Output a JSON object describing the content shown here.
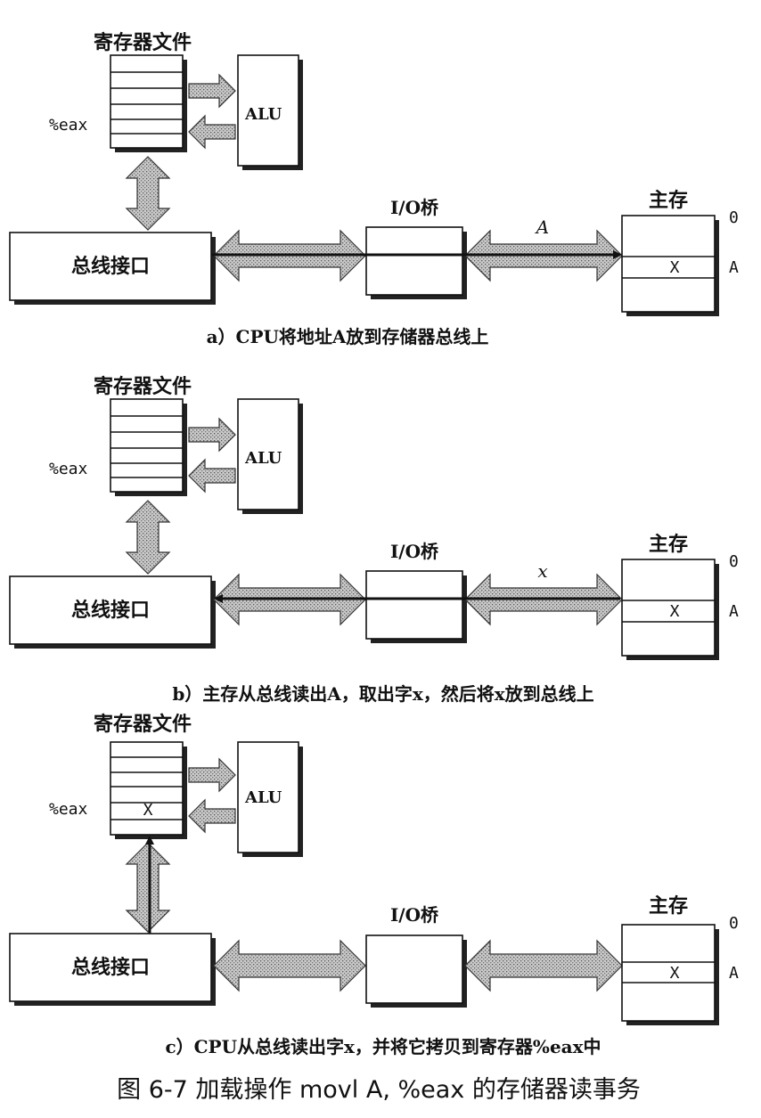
{
  "panels": [
    {
      "register_file_label": "寄存器文件",
      "eax_label": "%eax",
      "eax_value": "",
      "alu_label": "ALU",
      "bus_interface_label": "总线接口",
      "io_bridge_label": "I/O桥",
      "main_memory_label": "主存",
      "bus_value_label": "A",
      "memory_value": "X",
      "addr_0": "0",
      "addr_a": "A",
      "caption": "a）CPU将地址A放到存储器总线上"
    },
    {
      "register_file_label": "寄存器文件",
      "eax_label": "%eax",
      "eax_value": "",
      "alu_label": "ALU",
      "bus_interface_label": "总线接口",
      "io_bridge_label": "I/O桥",
      "main_memory_label": "主存",
      "bus_value_label": "x",
      "memory_value": "X",
      "addr_0": "0",
      "addr_a": "A",
      "caption": "b）主存从总线读出A，取出字x，然后将x放到总线上"
    },
    {
      "register_file_label": "寄存器文件",
      "eax_label": "%eax",
      "eax_value": "X",
      "alu_label": "ALU",
      "bus_interface_label": "总线接口",
      "io_bridge_label": "I/O桥",
      "main_memory_label": "主存",
      "bus_value_label": "",
      "memory_value": "X",
      "addr_0": "0",
      "addr_a": "A",
      "caption": "c）CPU从总线读出字x，并将它拷贝到寄存器%eax中"
    }
  ],
  "figure_caption": "图 6-7  加载操作 movl A, %eax 的存储器读事务"
}
